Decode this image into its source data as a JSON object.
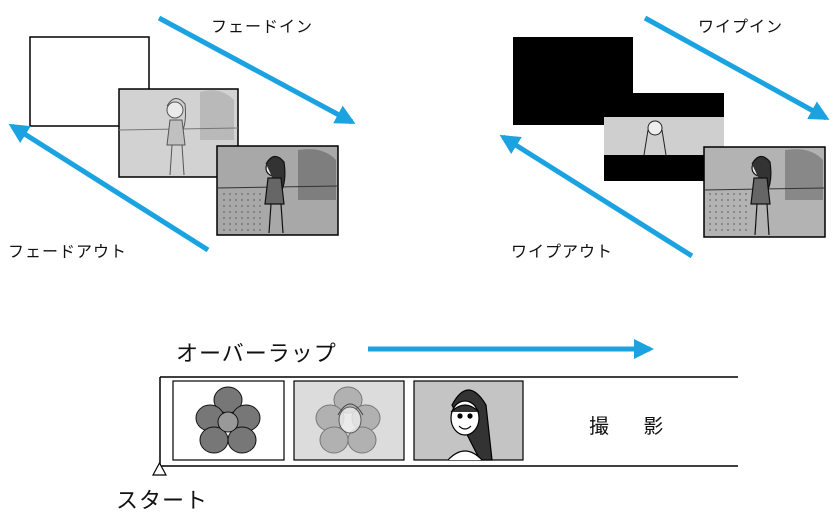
{
  "fade": {
    "in_label": "フェードイン",
    "out_label": "フェードアウト"
  },
  "wipe": {
    "in_label": "ワイプイン",
    "out_label": "ワイプアウト"
  },
  "overlap": {
    "label": "オーバーラップ"
  },
  "film": {
    "record_label": "撮 影",
    "start_label": "スタート"
  },
  "colors": {
    "arrow": "#1aa3e0",
    "frame_gray": "#c9c9c9",
    "dark_gray": "#8a8a8a",
    "black": "#000000"
  }
}
